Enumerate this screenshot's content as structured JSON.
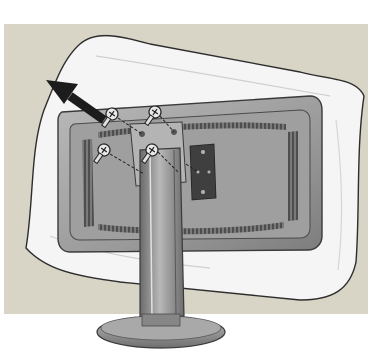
{
  "figure": {
    "subject": "monitor-stand-screw-removal",
    "icons": [
      "arrow-icon",
      "screw-icon",
      "cushion-icon",
      "monitor-back-panel",
      "monitor-stand"
    ],
    "screw_count": 4,
    "colors": {
      "backdrop": "#d9d5c6",
      "cushion": "#f4f4f4",
      "cushion_outline": "#2e2e2e",
      "monitor_body": "#a7a7a7",
      "monitor_dark": "#5b5b5b",
      "stand": "#8f8f8f",
      "arrow": "#1c1c1c"
    }
  }
}
